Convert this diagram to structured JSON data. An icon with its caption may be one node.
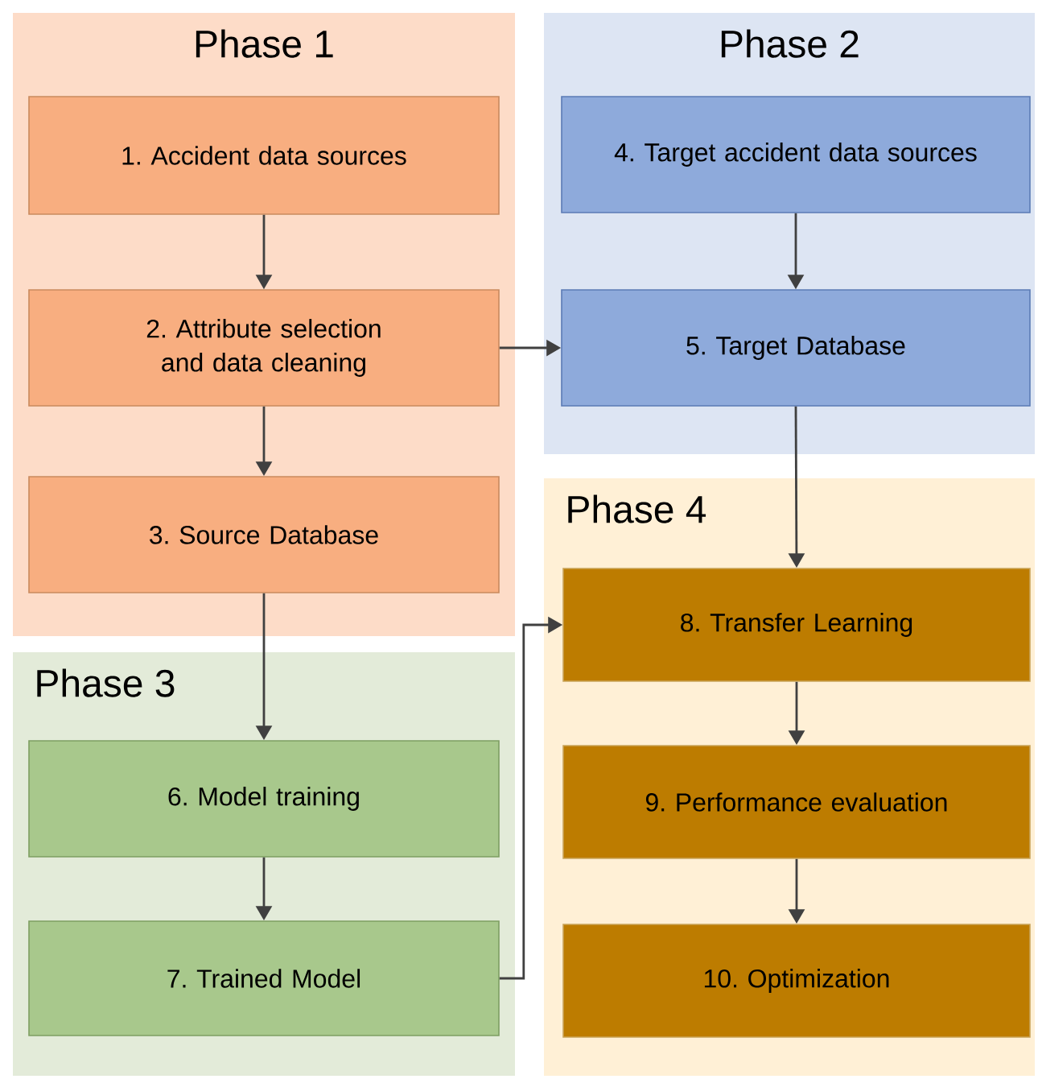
{
  "diagram": {
    "nodes": [
      {
        "text": [
          "Phase 1"
        ]
      },
      {
        "text": [
          "1. Accident data sources"
        ],
        "in": 0
      },
      {
        "text": [
          "2. Attribute selection and data cleaning"
        ],
        "in": 0
      },
      {
        "text": [
          "3. Source Database"
        ],
        "in": 0
      },
      {
        "text": [
          "Phase 2"
        ]
      },
      {
        "text": [
          "4. Target accident data sources"
        ],
        "in": 4
      },
      {
        "text": [
          "5. Target Database"
        ],
        "in": 4
      },
      {
        "text": [
          "Phase 3"
        ]
      },
      {
        "text": [
          "6. Model training"
        ],
        "in": 7
      },
      {
        "text": [
          "7. Trained Model"
        ],
        "in": 7
      },
      {
        "text": [
          "Phase 4"
        ]
      },
      {
        "text": [
          "8. Transfer Learning"
        ],
        "in": 10
      },
      {
        "text": [
          "9. Performance evaluation"
        ],
        "in": 10
      },
      {
        "text": [
          "10. Optimization"
        ],
        "in": 10
      }
    ],
    "edges": [
      {
        "from": 1,
        "to": 2,
        "arrow": "to"
      },
      {
        "from": 2,
        "to": 3,
        "arrow": "to"
      },
      {
        "from": 2,
        "to": 6,
        "arrow": "to"
      },
      {
        "from": 5,
        "to": 6,
        "arrow": "to"
      },
      {
        "from": 6,
        "to": 11,
        "arrow": "to"
      },
      {
        "from": 3,
        "to": 8,
        "arrow": "to"
      },
      {
        "from": 8,
        "to": 9,
        "arrow": "to"
      },
      {
        "from": 9,
        "to": 11,
        "arrow": "to"
      },
      {
        "from": 11,
        "to": 12,
        "arrow": "to"
      },
      {
        "from": 12,
        "to": 13,
        "arrow": "to"
      }
    ]
  }
}
